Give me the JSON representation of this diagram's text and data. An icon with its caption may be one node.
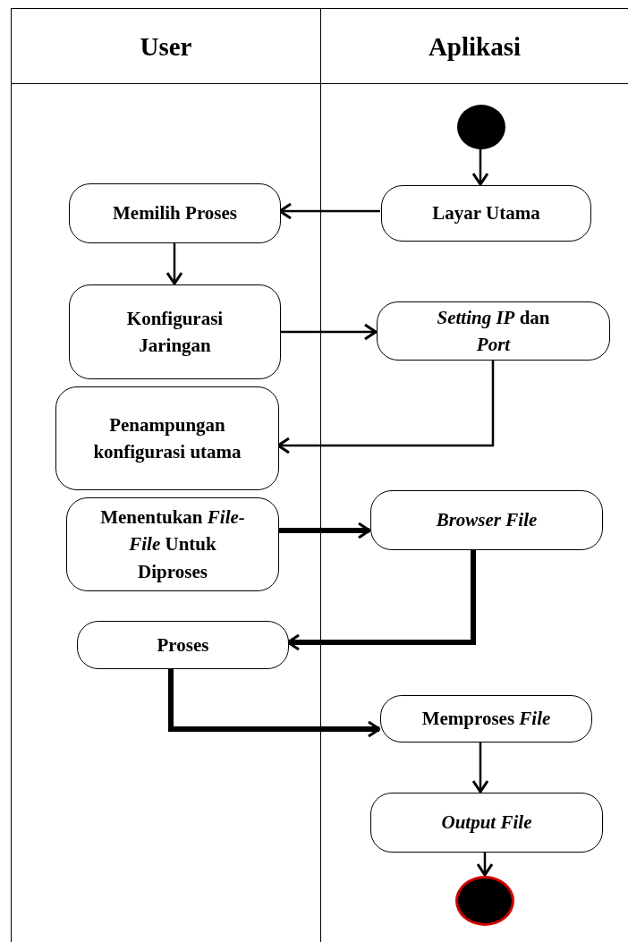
{
  "diagram": {
    "nodes": [
      {
        "text": [
          "User"
        ]
      },
      {
        "text": [
          "Aplikasi"
        ]
      },
      {
        "text": [],
        "shape": "circle",
        "in": 1
      },
      {
        "text": [
          "Memilih Proses"
        ],
        "in": 0
      },
      {
        "text": [
          "Layar Utama"
        ],
        "in": 1
      },
      {
        "text": [
          "Konfigurasi Jaringan"
        ],
        "in": 0
      },
      {
        "text": [
          "*Setting IP* dan *Port*"
        ],
        "in": 1
      },
      {
        "text": [
          "Penampungan konfigurasi utama"
        ],
        "in": 0
      },
      {
        "text": [
          "Menentukan *File-File* Untuk Diproses"
        ],
        "in": 0
      },
      {
        "text": [
          "*Browser File*"
        ],
        "in": 1
      },
      {
        "text": [
          "Proses"
        ],
        "in": 0
      },
      {
        "text": [
          "Memproses *File*"
        ],
        "in": 1
      },
      {
        "text": [
          "*Output File*"
        ],
        "in": 1
      },
      {
        "text": [],
        "shape": "circle",
        "in": 1
      }
    ],
    "edges": [
      {
        "from": 2,
        "to": 4,
        "arrow": "to"
      },
      {
        "from": 4,
        "to": 3,
        "arrow": "to"
      },
      {
        "from": 3,
        "to": 5,
        "arrow": "to"
      },
      {
        "from": 5,
        "to": 6,
        "arrow": "to"
      },
      {
        "from": 6,
        "to": 7,
        "arrow": "to"
      },
      {
        "from": 8,
        "to": 9,
        "arrow": "to",
        "style": "thick"
      },
      {
        "from": 9,
        "to": 10,
        "arrow": "to",
        "style": "thick"
      },
      {
        "from": 10,
        "to": 11,
        "arrow": "to",
        "style": "thick"
      },
      {
        "from": 11,
        "to": 12,
        "arrow": "to"
      },
      {
        "from": 12,
        "to": 13,
        "arrow": "to"
      }
    ]
  }
}
